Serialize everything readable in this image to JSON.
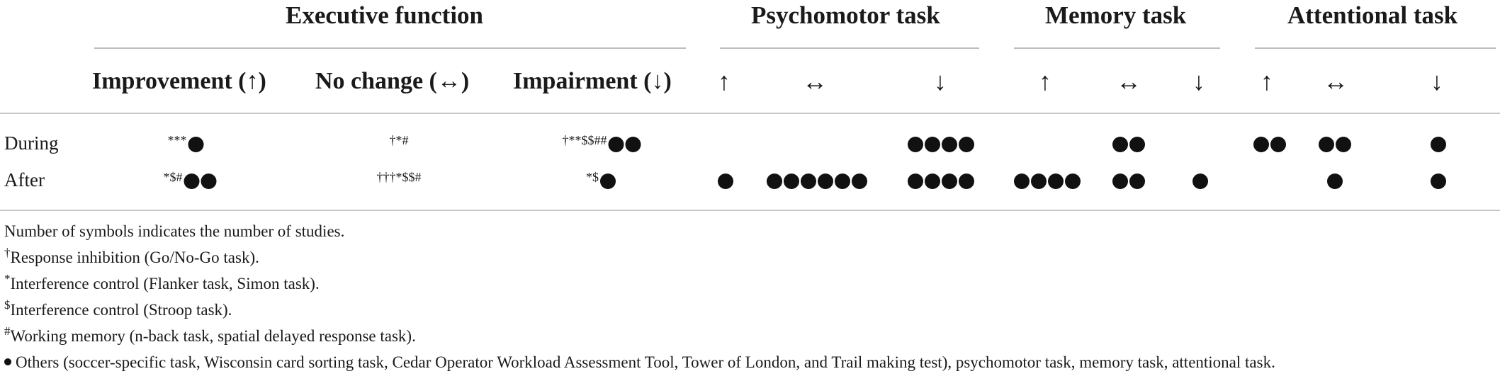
{
  "header": {
    "groups": [
      {
        "label": "Executive function"
      },
      {
        "label": "Psychomotor task"
      },
      {
        "label": "Memory task"
      },
      {
        "label": "Attentional task"
      }
    ],
    "exec_subheads": [
      "Improvement (↑)",
      "No change (↔)",
      "Impairment (↓)"
    ],
    "arrows": {
      "up": "↑",
      "none": "↔",
      "down": "↓"
    }
  },
  "rows": [
    {
      "label": "During",
      "exec": {
        "improvement": {
          "marks": "***",
          "dots": 1
        },
        "no_change": {
          "marks": "†*#",
          "dots": 0
        },
        "impairment": {
          "marks": "†**$$##",
          "dots": 2
        }
      },
      "psychomotor": {
        "up": 0,
        "none": 0,
        "down": 4
      },
      "memory": {
        "up": 0,
        "none": 2,
        "down": 0
      },
      "attentional": {
        "up": 2,
        "none": 2,
        "down": 1
      }
    },
    {
      "label": "After",
      "exec": {
        "improvement": {
          "marks": "*$#",
          "dots": 2
        },
        "no_change": {
          "marks": "†††*$$#",
          "dots": 0
        },
        "impairment": {
          "marks": "*$",
          "dots": 1
        }
      },
      "psychomotor": {
        "up": 1,
        "none": 6,
        "down": 4
      },
      "memory": {
        "up": 4,
        "none": 2,
        "down": 1
      },
      "attentional": {
        "up": 0,
        "none": 1,
        "down": 1
      }
    }
  ],
  "notes": {
    "count": "Number of symbols indicates the number of studies.",
    "dagger_mark": "†",
    "dagger_text": "Response inhibition (Go/No-Go task).",
    "star_mark": "*",
    "star_text": "Interference control (Flanker task, Simon task).",
    "dollar_mark": "$",
    "dollar_text": "Interference control (Stroop task).",
    "hash_mark": "#",
    "hash_text": "Working memory (n-back task, spatial delayed response task).",
    "others_text": "Others (soccer-specific task, Wisconsin card sorting task, Cedar Operator Workload Assessment Tool, Tower of London, and Trail making test), psychomotor task, memory task, attentional task."
  }
}
